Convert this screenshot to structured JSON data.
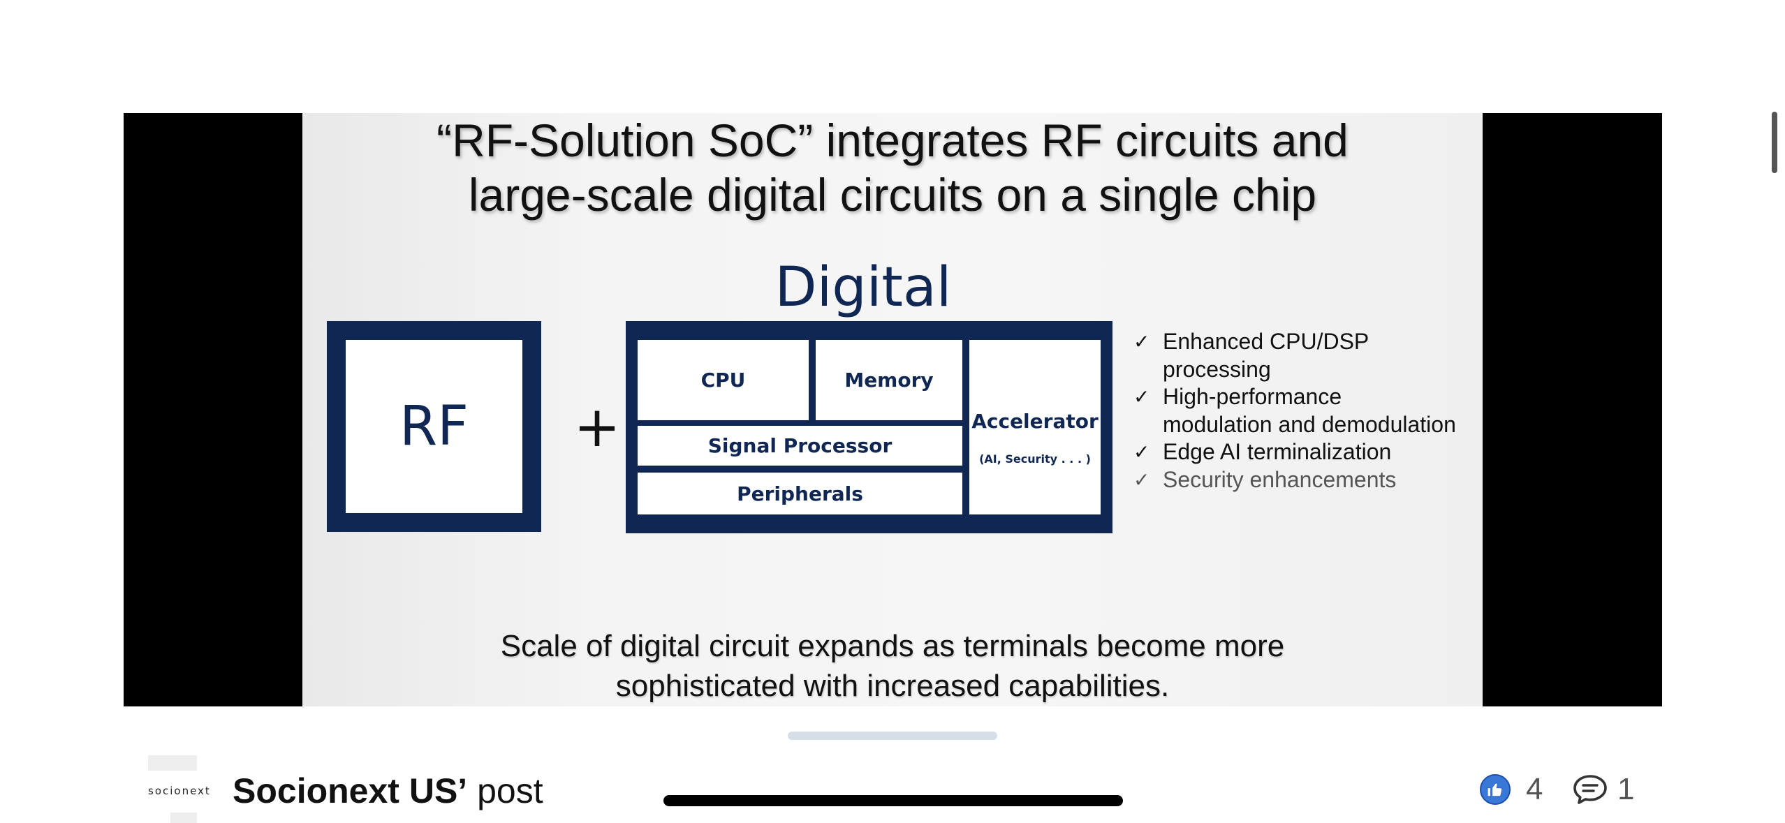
{
  "slide": {
    "title_line1": "“RF-Solution SoC” integrates RF circuits and",
    "title_line2": "large-scale digital circuits on a single chip",
    "digital_label": "Digital",
    "rf_label": "RF",
    "plus": "+",
    "blocks": {
      "cpu": "CPU",
      "memory": "Memory",
      "accelerator": "Accelerator",
      "accelerator_sub": "(AI, Security  . . . )",
      "signal_processor": "Signal Processor",
      "peripherals": "Peripherals"
    },
    "features": [
      {
        "check": "✓",
        "line1": "Enhanced CPU/DSP",
        "line2": "processing"
      },
      {
        "check": "✓",
        "line1": "High-performance",
        "line2": "modulation and demodulation"
      },
      {
        "check": "✓",
        "line1": "Edge AI terminalization",
        "line2": ""
      },
      {
        "check": "✓",
        "line1": "Security enhancements",
        "line2": ""
      }
    ],
    "footer_line1": "Scale of digital circuit expands as terminals become more",
    "footer_line2": "sophisticated with increased capabilities."
  },
  "post": {
    "avatar_text": "socionext",
    "author": "Socionext US’",
    "suffix": " post",
    "like_count": "4",
    "comment_count": "1"
  },
  "colors": {
    "brand_navy": "#0f2752",
    "like_blue": "#3a78d8"
  },
  "icons": {
    "like": "thumbs-up-icon",
    "comment": "comment-icon"
  }
}
